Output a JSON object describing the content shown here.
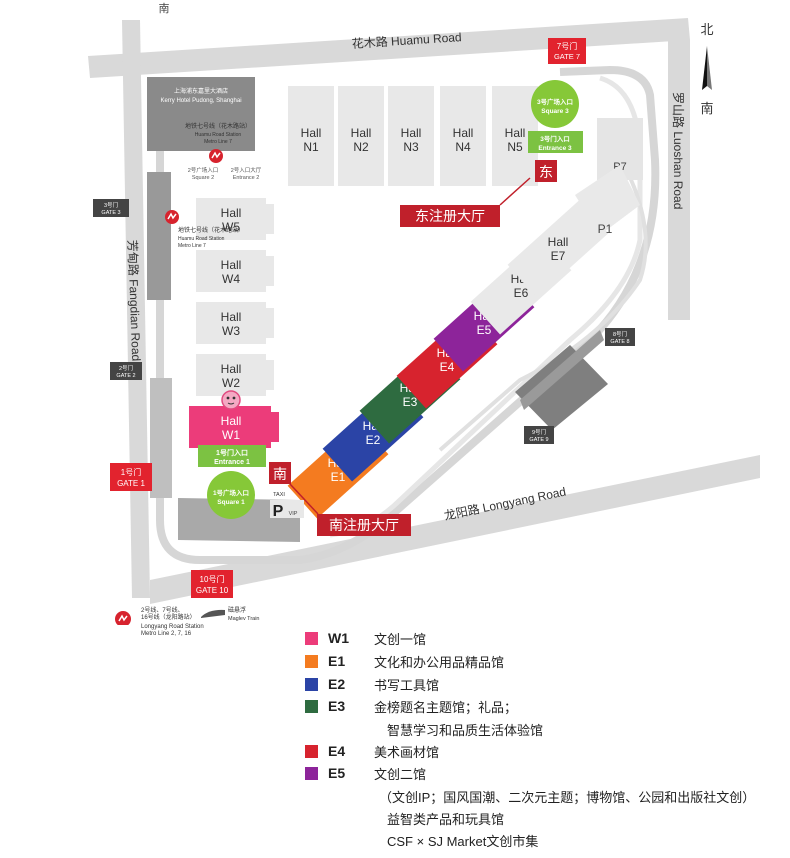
{
  "roads": {
    "top": "花木路 Huamu Road",
    "left": "芳甸路 Fangdian Road",
    "right": "罗山路 Luoshan Road",
    "bottom": "龙阳路 Longyang Road",
    "top_edge": "南"
  },
  "compass": {
    "north": "北",
    "south": "南"
  },
  "hotel": {
    "zh": "上海浦东嘉里大酒店",
    "en": "Kerry Hotel Pudong, Shanghai"
  },
  "metro_huamu_top": {
    "zh": "地铁七号线（花木路站）",
    "en1": "Huamu Road Station",
    "en2": "Metro Line 7"
  },
  "metro_huamu_side": {
    "zh": "地铁七号线（花木路站）",
    "en1": "Huamu Road Station",
    "en2": "Metro Line 7"
  },
  "metro_longyang": {
    "zh1": "2号线、7号线、",
    "zh2": "16号线（龙阳路站）",
    "en1": "Longyang Road Station",
    "en2": "Metro Line 2, 7, 16"
  },
  "maglev": {
    "zh": "磁悬浮",
    "en": "Maglev Train"
  },
  "halls_north": [
    {
      "l1": "Hall",
      "l2": "N1"
    },
    {
      "l1": "Hall",
      "l2": "N2"
    },
    {
      "l1": "Hall",
      "l2": "N3"
    },
    {
      "l1": "Hall",
      "l2": "N4"
    },
    {
      "l1": "Hall",
      "l2": "N5"
    }
  ],
  "halls_west": [
    {
      "l1": "Hall",
      "l2": "W5"
    },
    {
      "l1": "Hall",
      "l2": "W4"
    },
    {
      "l1": "Hall",
      "l2": "W3"
    },
    {
      "l1": "Hall",
      "l2": "W2"
    },
    {
      "l1": "Hall",
      "l2": "W1"
    }
  ],
  "halls_east": [
    {
      "l1": "Hall",
      "l2": "E1"
    },
    {
      "l1": "Hall",
      "l2": "E2"
    },
    {
      "l1": "Hall",
      "l2": "E3"
    },
    {
      "l1": "Hall",
      "l2": "E4"
    },
    {
      "l1": "Hall",
      "l2": "E5"
    },
    {
      "l1": "Hall",
      "l2": "E6"
    },
    {
      "l1": "Hall",
      "l2": "E7"
    }
  ],
  "p1": "P1",
  "p7": "P7",
  "gates": {
    "g1": {
      "l1": "1号门",
      "l2": "GATE 1"
    },
    "g2": {
      "l1": "2号门",
      "l2": "GATE 2"
    },
    "g3": {
      "l1": "3号门",
      "l2": "GATE 3"
    },
    "g7": {
      "l1": "7号门",
      "l2": "GATE 7"
    },
    "g8": {
      "l1": "8号门",
      "l2": "GATE 8"
    },
    "g9": {
      "l1": "9号门",
      "l2": "GATE 9"
    },
    "g10": {
      "l1": "10号门",
      "l2": "GATE 10"
    }
  },
  "entrances": {
    "e1": {
      "l1": "1号门入口",
      "l2": "Entrance 1"
    },
    "e2": {
      "l1": "2号入口大厅",
      "l2": "Entrance 2"
    },
    "e3": {
      "l1": "3号门入口",
      "l2": "Entrance 3"
    }
  },
  "squares": {
    "s1": {
      "l1": "1号广场入口",
      "l2": "Square 1"
    },
    "s2": {
      "l1": "2号广场入口",
      "l2": "Square 2"
    },
    "s3": {
      "l1": "3号广场入口",
      "l2": "Square 3"
    }
  },
  "registration": {
    "east_char": "东",
    "east_label": "东注册大厅",
    "south_char": "南",
    "south_label": "南注册大厅"
  },
  "taxi": "TAXI",
  "parking": {
    "p": "P",
    "vip": "VIP"
  },
  "legend": [
    {
      "code": "W1",
      "color": "#ec3c7a",
      "desc": "文创一馆"
    },
    {
      "code": "E1",
      "color": "#f47b20",
      "desc": "文化和办公用品精品馆"
    },
    {
      "code": "E2",
      "color": "#2b44a6",
      "desc": "书写工具馆"
    },
    {
      "code": "E3",
      "color": "#2e6b40",
      "desc": "金榜题名主题馆；礼品；"
    },
    {
      "code": "E4",
      "color": "#d7232e",
      "desc": "美术画材馆"
    },
    {
      "code": "E5",
      "color": "#8d249a",
      "desc": "文创二馆"
    }
  ],
  "legend_extra": {
    "e3_line2": "智慧学习和品质生活体验馆",
    "e5_line2": "（文创IP；国风国潮、二次元主题；博物馆、公园和出版社文创）",
    "e5_line3": "益智类产品和玩具馆",
    "e5_line4": "CSF × SJ Market文创市集"
  }
}
